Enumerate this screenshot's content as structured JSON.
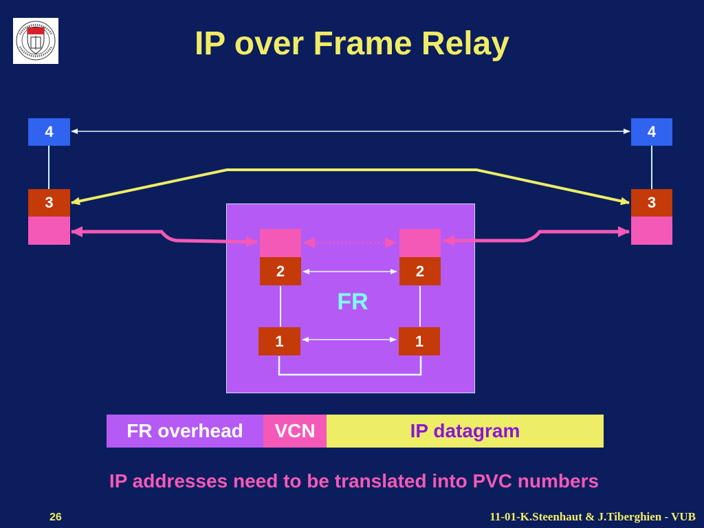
{
  "slide": {
    "title": "IP over Frame Relay",
    "caption": "IP addresses need to be translated into PVC numbers",
    "page_number": "26",
    "credit": "11-01-K.Steenhaut & J.Tiberghien - VUB"
  },
  "logo": {
    "text_note": "VRIJE UNIVERSITEIT BRUSSEL · SCIENTIA VINCERE TENEBRAS",
    "icon": "university-seal-icon"
  },
  "diagram": {
    "network_label": "FR",
    "left_host": {
      "layer4": "4",
      "layer3": "3"
    },
    "right_host": {
      "layer4": "4",
      "layer3": "3"
    },
    "fr_left_node": {
      "layer2": "2",
      "layer1": "1"
    },
    "fr_right_node": {
      "layer2": "2",
      "layer1": "1"
    }
  },
  "frame_format": {
    "segments": [
      "FR overhead",
      "VCN",
      "IP datagram"
    ]
  },
  "colors": {
    "background": "#0b1d5c",
    "title": "#f0ec66",
    "layer4": "#2f63f0",
    "layer3": "#c43a08",
    "pink": "#f459b8",
    "fr_cloud": "#b55af4",
    "ip_yellow": "#eded66",
    "link_cyan": "#c8f4ff"
  }
}
